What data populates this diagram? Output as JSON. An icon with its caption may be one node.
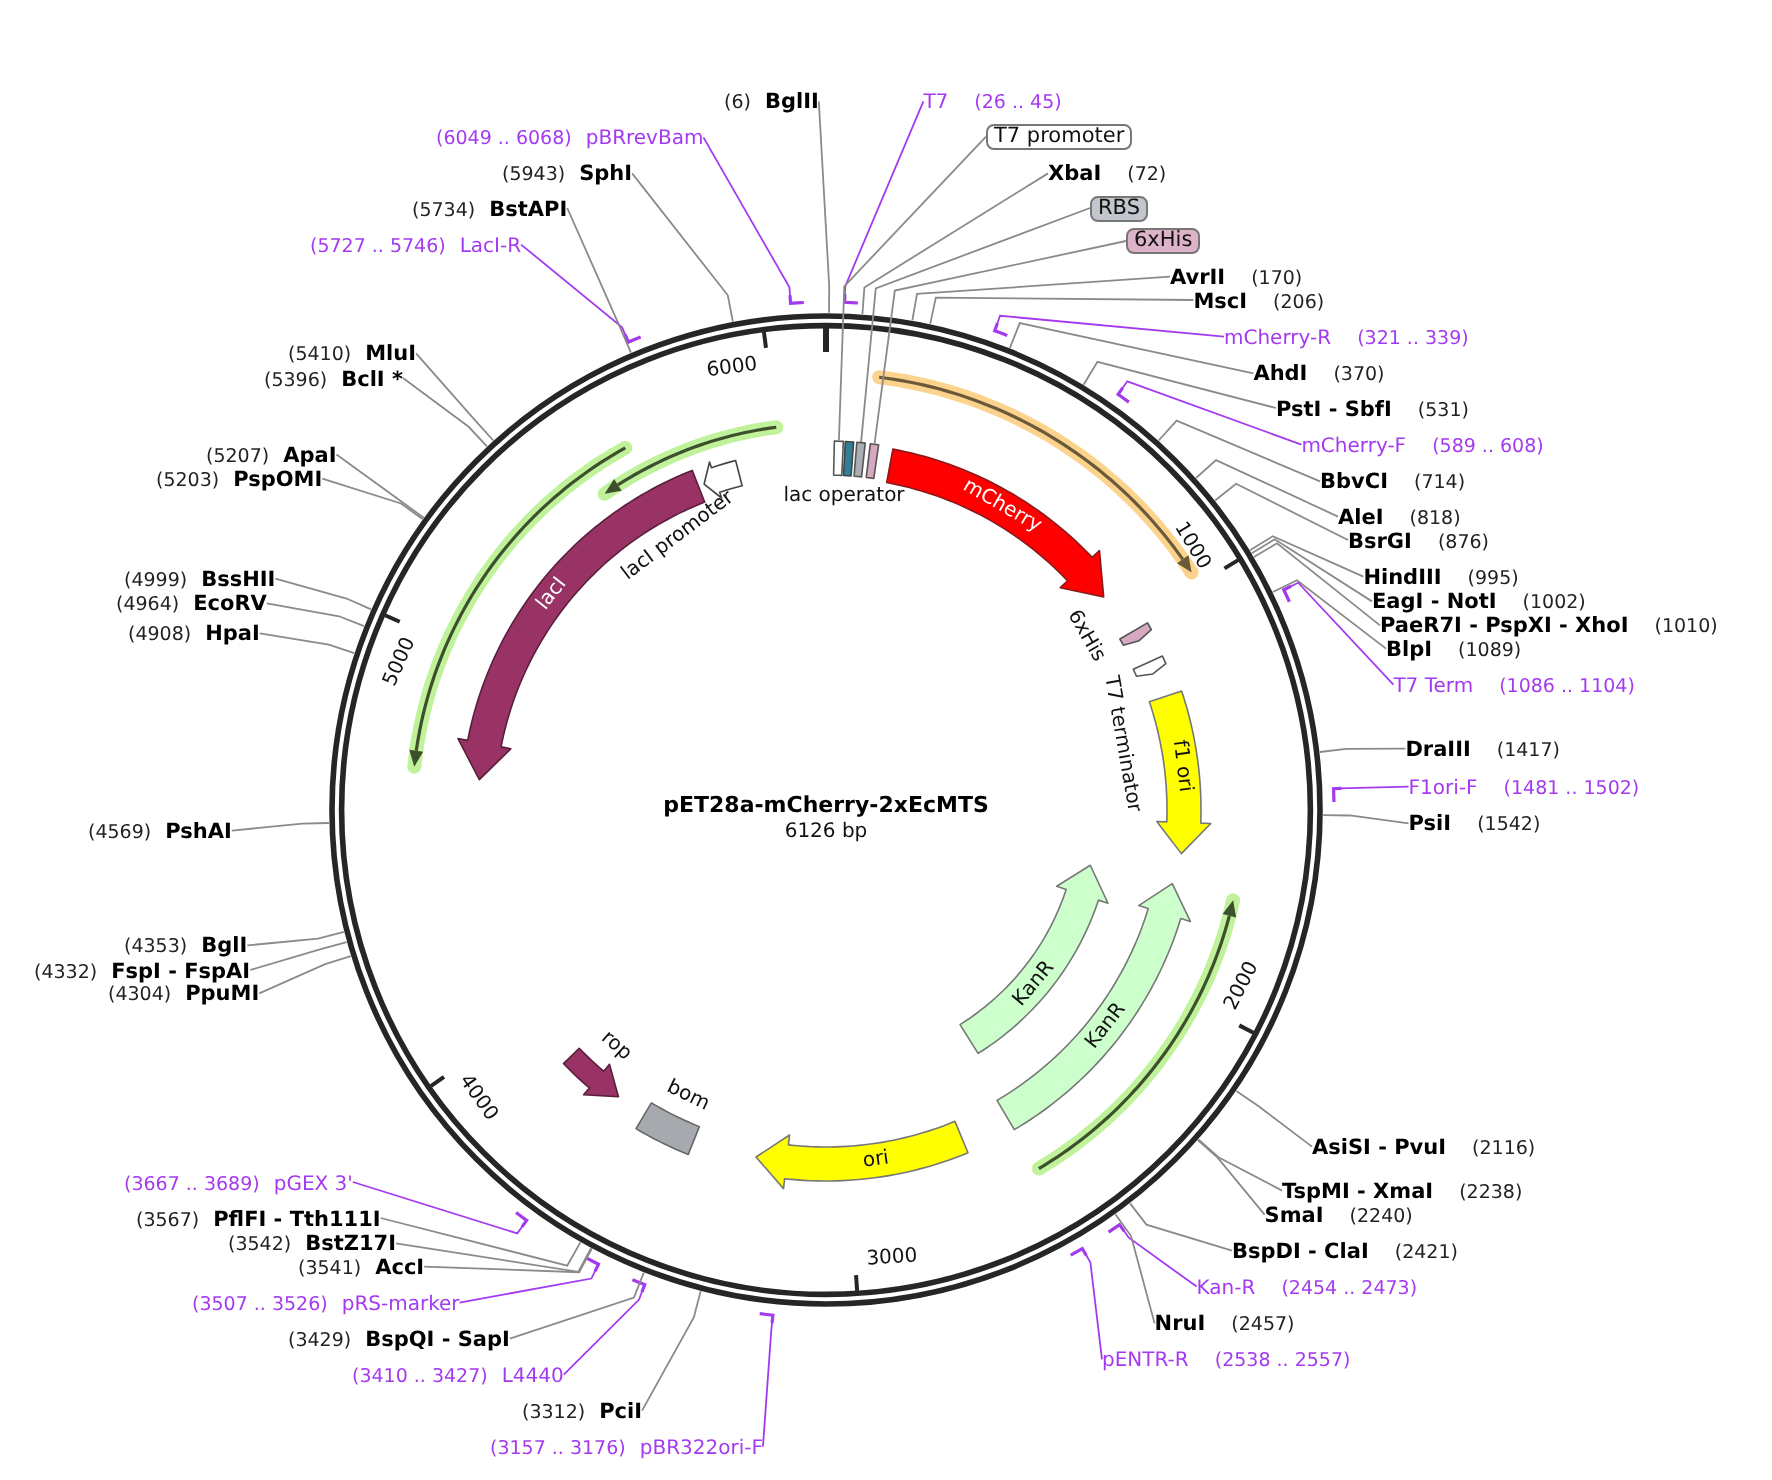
{
  "diagram": {
    "title": "pET28a-mCherry-2xEcMTS",
    "nodes": [
      {
        "text": [
          "(6)",
          "BglII"
        ]
      },
      {
        "text": [
          "T7",
          "(26 .. 45)"
        ]
      },
      {
        "text": [
          "T7 promoter"
        ]
      },
      {
        "text": [
          "XbaI",
          "(72)"
        ]
      },
      {
        "text": [
          "RBS"
        ]
      },
      {
        "text": [
          "6xHis"
        ]
      },
      {
        "text": [
          "AvrII",
          "(170)"
        ]
      },
      {
        "text": [
          "MscI",
          "(206)"
        ]
      },
      {
        "text": [
          "mCherry-R",
          "(321 .. 339)"
        ]
      },
      {
        "text": [
          "AhdI",
          "(370)"
        ]
      },
      {
        "text": [
          "PstI - SbfI",
          "(531)"
        ]
      },
      {
        "text": [
          "mCherry-F",
          "(589 .. 608)"
        ]
      },
      {
        "text": [
          "BbvCI",
          "(714)"
        ]
      },
      {
        "text": [
          "AleI",
          "(818)"
        ]
      },
      {
        "text": [
          "BsrGI",
          "(876)"
        ]
      },
      {
        "text": [
          "HindIII",
          "(995)"
        ]
      },
      {
        "text": [
          "EagI - NotI",
          "(1002)"
        ]
      },
      {
        "text": [
          "PaeR7I - PspXI - XhoI",
          "(1010)"
        ]
      },
      {
        "text": [
          "BlpI",
          "(1089)"
        ]
      },
      {
        "text": [
          "T7 Term",
          "(1086 .. 1104)"
        ]
      },
      {
        "text": [
          "DraIII",
          "(1417)"
        ]
      },
      {
        "text": [
          "F1ori-F",
          "(1481 .. 1502)"
        ]
      },
      {
        "text": [
          "PsiI",
          "(1542)"
        ]
      },
      {
        "text": [
          "AsiSI - PvuI",
          "(2116)"
        ]
      },
      {
        "text": [
          "TspMI - XmaI",
          "(2238)"
        ]
      },
      {
        "text": [
          "SmaI",
          "(2240)"
        ]
      },
      {
        "text": [
          "BspDI - ClaI",
          "(2421)"
        ]
      },
      {
        "text": [
          "Kan-R",
          "(2454 .. 2473)"
        ]
      },
      {
        "text": [
          "NruI",
          "(2457)"
        ]
      },
      {
        "text": [
          "pENTR-R",
          "(2538 .. 2557)"
        ]
      },
      {
        "text": [
          "(3157 .. 3176)",
          "pBR322ori-F"
        ]
      },
      {
        "text": [
          "(3312)",
          "PciI"
        ]
      },
      {
        "text": [
          "(3410 .. 3427)",
          "L4440"
        ]
      },
      {
        "text": [
          "(3429)",
          "BspQI - SapI"
        ]
      },
      {
        "text": [
          "(3507 .. 3526)",
          "pRS-marker"
        ]
      },
      {
        "text": [
          "(3541)",
          "AccI"
        ]
      },
      {
        "text": [
          "(3542)",
          "BstZ17I"
        ]
      },
      {
        "text": [
          "(3567)",
          "PflFI - Tth111I"
        ]
      },
      {
        "text": [
          "(3667 .. 3689)",
          "pGEX 3'"
        ]
      },
      {
        "text": [
          "(4304)",
          "PpuMI"
        ]
      },
      {
        "text": [
          "(4332)",
          "FspI - FspAI"
        ]
      },
      {
        "text": [
          "(4353)",
          "BglI"
        ]
      },
      {
        "text": [
          "(4569)",
          "PshAI"
        ]
      },
      {
        "text": [
          "(4908)",
          "HpaI"
        ]
      },
      {
        "text": [
          "(4964)",
          "EcoRV"
        ]
      },
      {
        "text": [
          "(4999)",
          "BssHII"
        ]
      },
      {
        "text": [
          "(5203)",
          "PspOMI"
        ]
      },
      {
        "text": [
          "(5207)",
          "ApaI"
        ]
      },
      {
        "text": [
          "(5396)",
          "BclI *"
        ]
      },
      {
        "text": [
          "(5410)",
          "MluI"
        ]
      },
      {
        "text": [
          "(5727 .. 5746)",
          "LacI-R"
        ]
      },
      {
        "text": [
          "(5734)",
          "BstAPI"
        ]
      },
      {
        "text": [
          "(5943)",
          "SphI"
        ]
      },
      {
        "text": [
          "(6049 .. 6068)",
          "pBRrevBam"
        ]
      },
      {
        "text": [],
        "shape": "box"
      },
      {
        "text": [
          "lac operator"
        ]
      },
      {
        "text": [],
        "shape": "box"
      },
      {
        "text": [],
        "shape": "box"
      },
      {
        "text": [
          "mCherry"
        ]
      },
      {
        "text": [
          "6xHis"
        ]
      },
      {
        "text": [
          "T7 terminator"
        ]
      },
      {
        "text": [
          "f1 ori"
        ]
      },
      {
        "text": [
          "KanR"
        ]
      },
      {
        "text": [
          "KanR"
        ]
      },
      {
        "text": [
          "ori"
        ]
      },
      {
        "text": [
          "bom"
        ]
      },
      {
        "text": [
          "rop"
        ]
      },
      {
        "text": [
          "lacI"
        ]
      },
      {
        "text": [
          "lacI promoter"
        ]
      }
    ],
    "edges": [
      {
        "from": 0,
        "to": null,
        "arrow": "none"
      },
      {
        "from": 1,
        "to": null,
        "arrow": "none",
        "color": "#a43af0"
      },
      {
        "from": 2,
        "to": 54,
        "arrow": "none"
      },
      {
        "from": 3,
        "to": null,
        "arrow": "none"
      },
      {
        "from": 4,
        "to": 56,
        "arrow": "none"
      },
      {
        "from": 5,
        "to": 57,
        "arrow": "none"
      },
      {
        "from": 6,
        "to": null,
        "arrow": "none"
      },
      {
        "from": 7,
        "to": null,
        "arrow": "none"
      },
      {
        "from": 8,
        "to": null,
        "arrow": "none",
        "color": "#a43af0"
      },
      {
        "from": 9,
        "to": null,
        "arrow": "none"
      },
      {
        "from": 10,
        "to": null,
        "arrow": "none"
      },
      {
        "from": 11,
        "to": null,
        "arrow": "none",
        "color": "#a43af0"
      },
      {
        "from": 12,
        "to": null,
        "arrow": "none"
      },
      {
        "from": 13,
        "to": null,
        "arrow": "none"
      },
      {
        "from": 14,
        "to": null,
        "arrow": "none"
      },
      {
        "from": 15,
        "to": null,
        "arrow": "none"
      },
      {
        "from": 16,
        "to": null,
        "arrow": "none"
      },
      {
        "from": 17,
        "to": null,
        "arrow": "none"
      },
      {
        "from": 18,
        "to": null,
        "arrow": "none"
      },
      {
        "from": 19,
        "to": null,
        "arrow": "none",
        "color": "#a43af0"
      },
      {
        "from": 20,
        "to": null,
        "arrow": "none"
      },
      {
        "from": 21,
        "to": null,
        "arrow": "none",
        "color": "#a43af0"
      },
      {
        "from": 22,
        "to": null,
        "arrow": "none"
      },
      {
        "from": 23,
        "to": null,
        "arrow": "none"
      },
      {
        "from": 24,
        "to": null,
        "arrow": "none"
      },
      {
        "from": 25,
        "to": null,
        "arrow": "none"
      },
      {
        "from": 26,
        "to": null,
        "arrow": "none"
      },
      {
        "from": 27,
        "to": null,
        "arrow": "none",
        "color": "#a43af0"
      },
      {
        "from": 28,
        "to": null,
        "arrow": "none"
      },
      {
        "from": 29,
        "to": null,
        "arrow": "none",
        "color": "#a43af0"
      },
      {
        "from": 30,
        "to": null,
        "arrow": "none",
        "color": "#a43af0"
      },
      {
        "from": 31,
        "to": null,
        "arrow": "none"
      },
      {
        "from": 32,
        "to": null,
        "arrow": "none",
        "color": "#a43af0"
      },
      {
        "from": 33,
        "to": null,
        "arrow": "none"
      },
      {
        "from": 34,
        "to": null,
        "arrow": "none",
        "color": "#a43af0"
      },
      {
        "from": 35,
        "to": null,
        "arrow": "none"
      },
      {
        "from": 36,
        "to": null,
        "arrow": "none"
      },
      {
        "from": 37,
        "to": null,
        "arrow": "none"
      },
      {
        "from": 38,
        "to": null,
        "arrow": "none",
        "color": "#a43af0"
      },
      {
        "from": 39,
        "to": null,
        "arrow": "none"
      },
      {
        "from": 40,
        "to": null,
        "arrow": "none"
      },
      {
        "from": 41,
        "to": null,
        "arrow": "none"
      },
      {
        "from": 42,
        "to": null,
        "arrow": "none"
      },
      {
        "from": 43,
        "to": null,
        "arrow": "none"
      },
      {
        "from": 44,
        "to": null,
        "arrow": "none"
      },
      {
        "from": 45,
        "to": null,
        "arrow": "none"
      },
      {
        "from": 46,
        "to": null,
        "arrow": "none"
      },
      {
        "from": 47,
        "to": null,
        "arrow": "none"
      },
      {
        "from": 48,
        "to": null,
        "arrow": "none"
      },
      {
        "from": 49,
        "to": null,
        "arrow": "none"
      },
      {
        "from": 50,
        "to": null,
        "arrow": "none",
        "color": "#a43af0"
      },
      {
        "from": 51,
        "to": null,
        "arrow": "none"
      },
      {
        "from": 52,
        "to": null,
        "arrow": "none"
      },
      {
        "from": 53,
        "to": null,
        "arrow": "none",
        "color": "#a43af0"
      }
    ],
    "labels": [
      "6000",
      "1000",
      "5000",
      "6126 bp",
      "2000",
      "4000",
      "3000"
    ]
  }
}
